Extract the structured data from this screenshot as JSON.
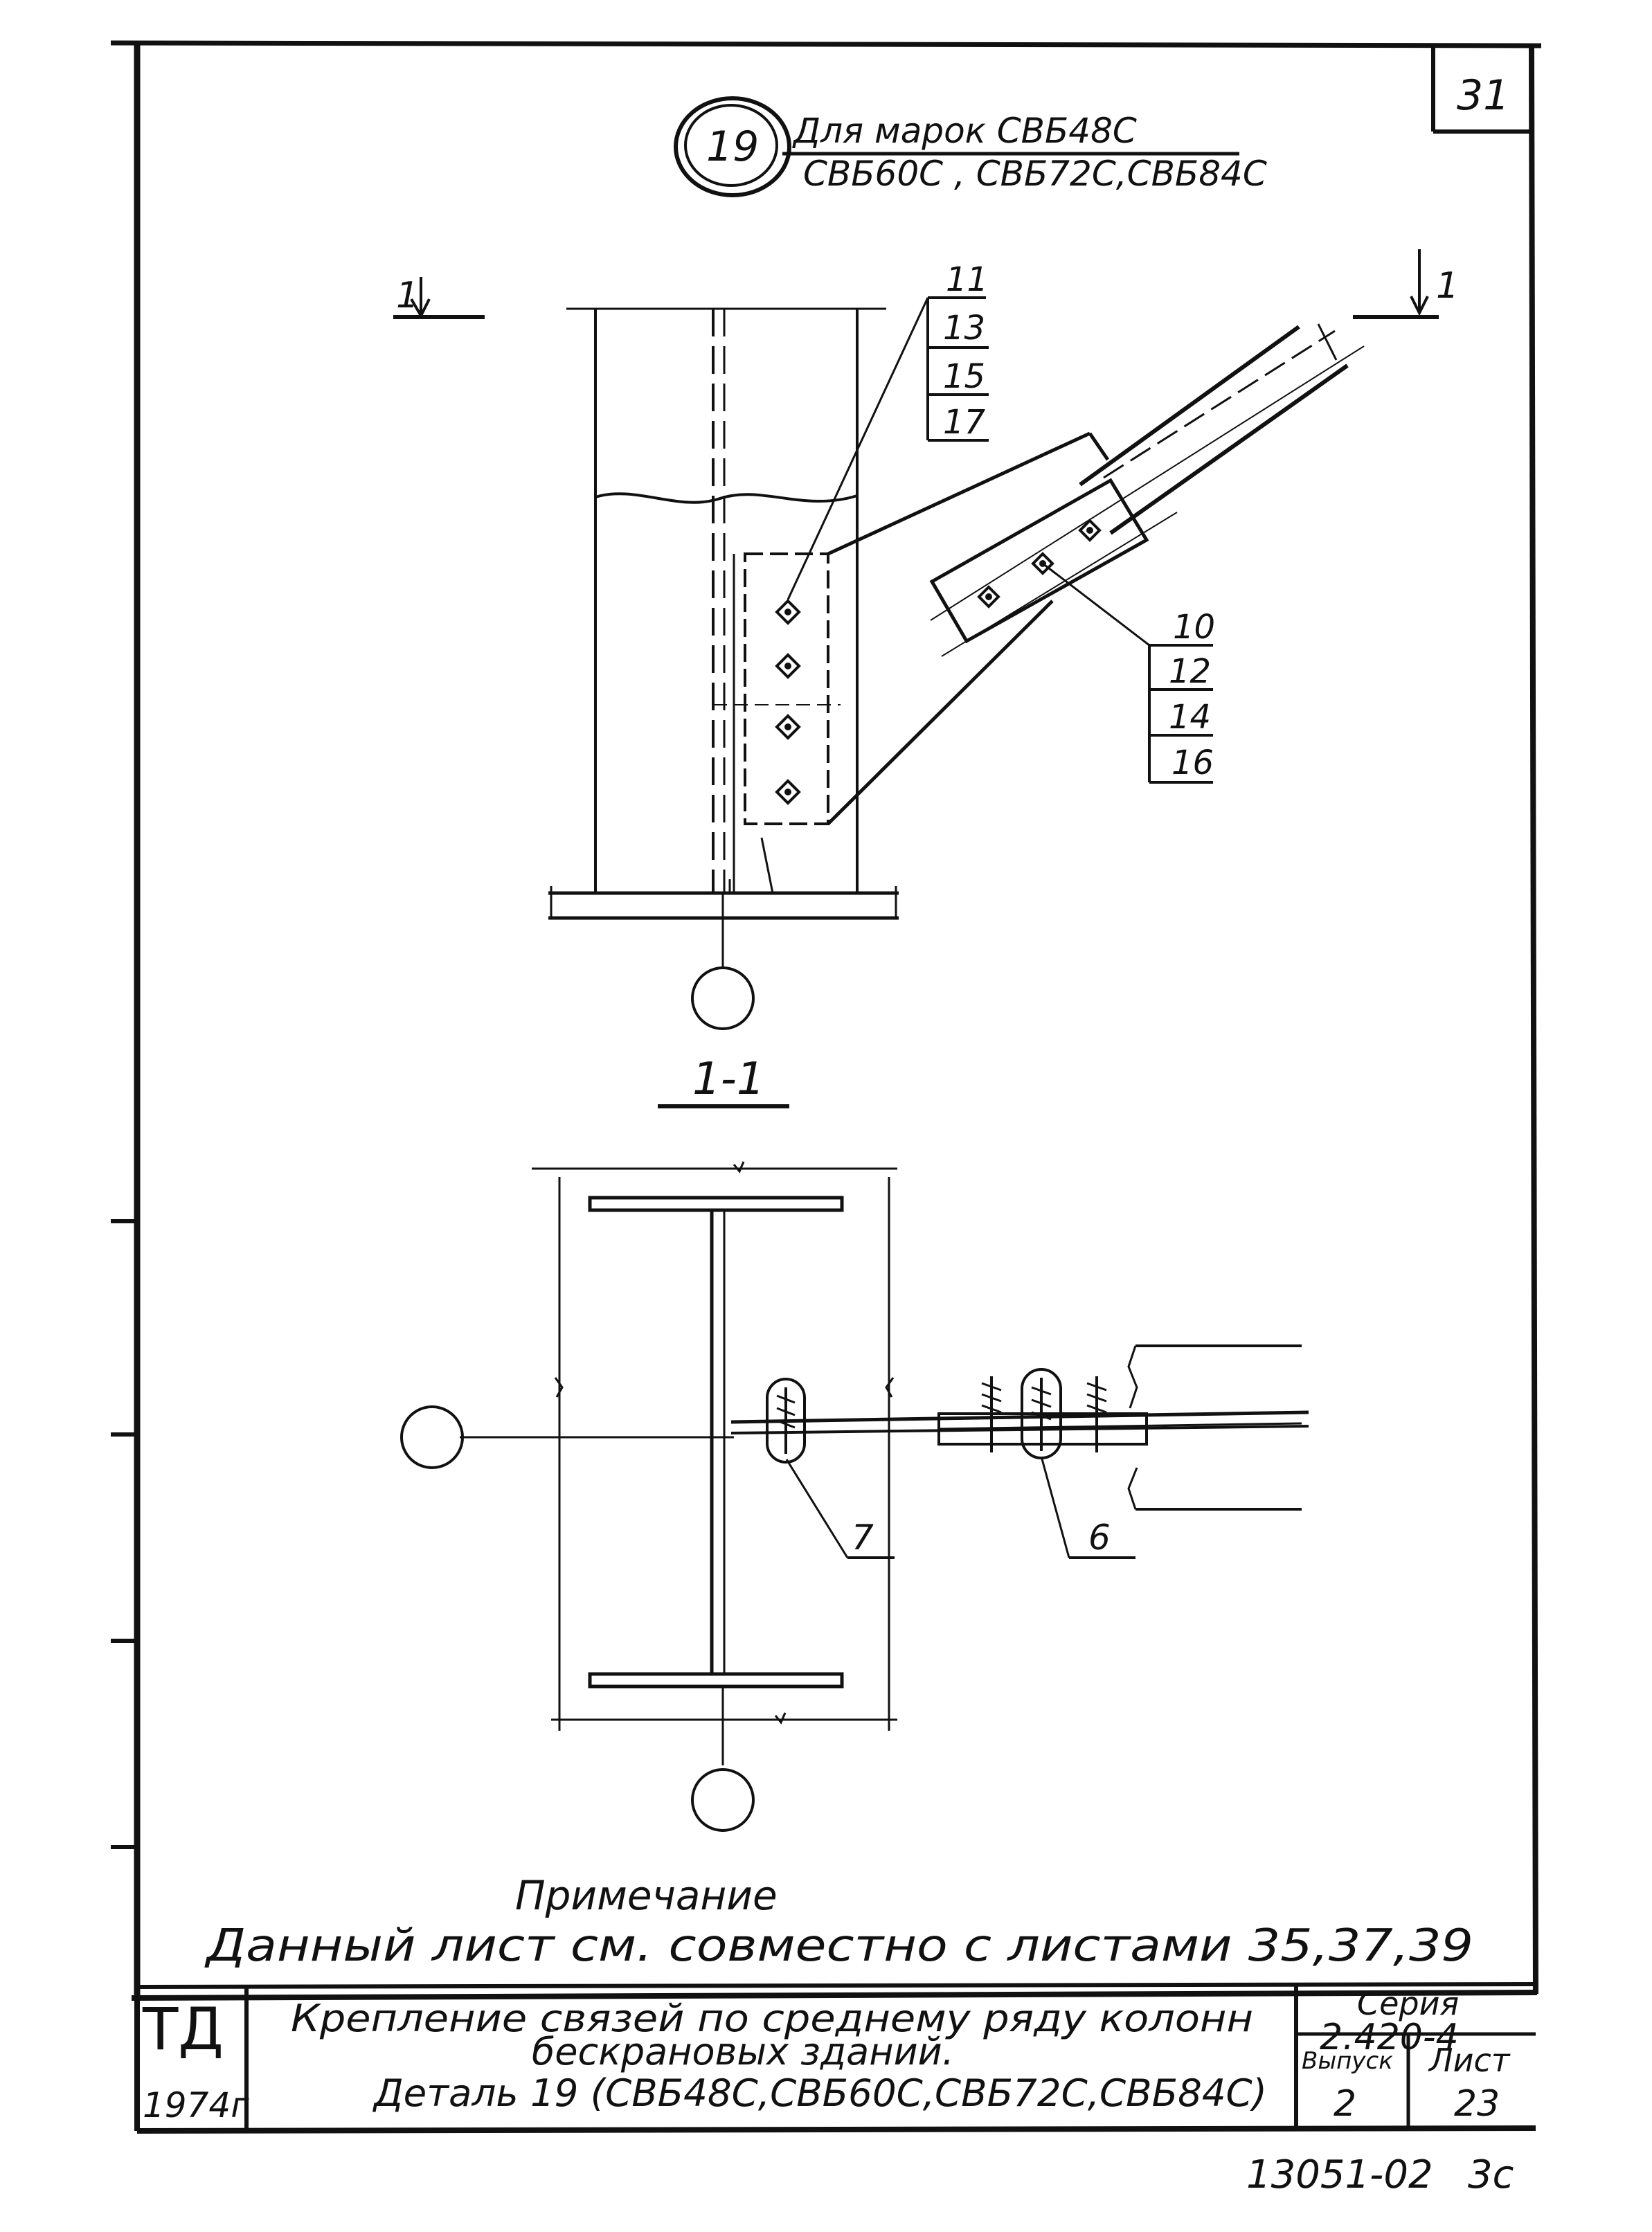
{
  "sheet": {
    "page_number": "31",
    "bottom_code": "13051-02",
    "bottom_suffix": "3c"
  },
  "detail": {
    "number": "19",
    "marks_line1": "Для марок СВБ48С",
    "marks_line2": "СВБ60С , СВБ72С,СВБ84С"
  },
  "section": {
    "cut_label_left": "1",
    "cut_label_right": "1",
    "section_title": "1-1"
  },
  "callouts": {
    "upper_left": [
      "11",
      "13",
      "15",
      "17"
    ],
    "upper_right": [
      "10",
      "12",
      "14",
      "16"
    ],
    "lower_left": "7",
    "lower_right": "6"
  },
  "note": {
    "heading": "Примечание",
    "text": "Данный лист см. совместно с листами 35,37,39"
  },
  "title_block": {
    "org": "ТД",
    "year": "1974г",
    "title_line1": "Крепление связей по среднему ряду колонн",
    "title_line2": "бескрановых зданий.",
    "title_line3": "Деталь 19 (СВБ48С,СВБ60С,СВБ72С,СВБ84С)",
    "series_label": "Серия",
    "series_value": "2.420-4",
    "issue_label": "Выпуск",
    "issue_value": "2",
    "sheet_label": "Лист",
    "sheet_value": "23"
  }
}
